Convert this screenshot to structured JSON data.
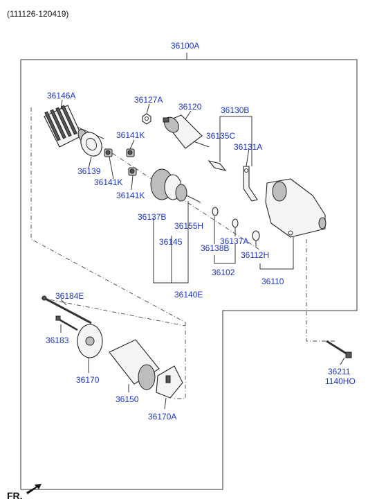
{
  "header": {
    "code": "(111126-120419)"
  },
  "footer": {
    "direction_label": "FR."
  },
  "labels": {
    "assembly": "36100A",
    "armature": "36146A",
    "nut_36127A": "36127A",
    "solenoid": "36120",
    "lever_set": "36130B",
    "pin": "36135C",
    "lever": "36131A",
    "brush_36141K_a": "36141K",
    "brush_36141K_b": "36141K",
    "brush_36141K_c": "36141K",
    "plate": "36139",
    "pinion": "36137B",
    "shaft": "36155H",
    "gear_set": "36145",
    "ring_36138B": "36138B",
    "ring_36137A": "36137A",
    "bush": "36112H",
    "kit": "36102",
    "housing": "36110",
    "clutch_kit": "36140E",
    "through_bolt": "36184E",
    "screw": "36183",
    "end_cover": "36170",
    "yoke": "36150",
    "brush_holder": "36170A",
    "bolt": "36211",
    "bolt_spec": "1140HO"
  }
}
